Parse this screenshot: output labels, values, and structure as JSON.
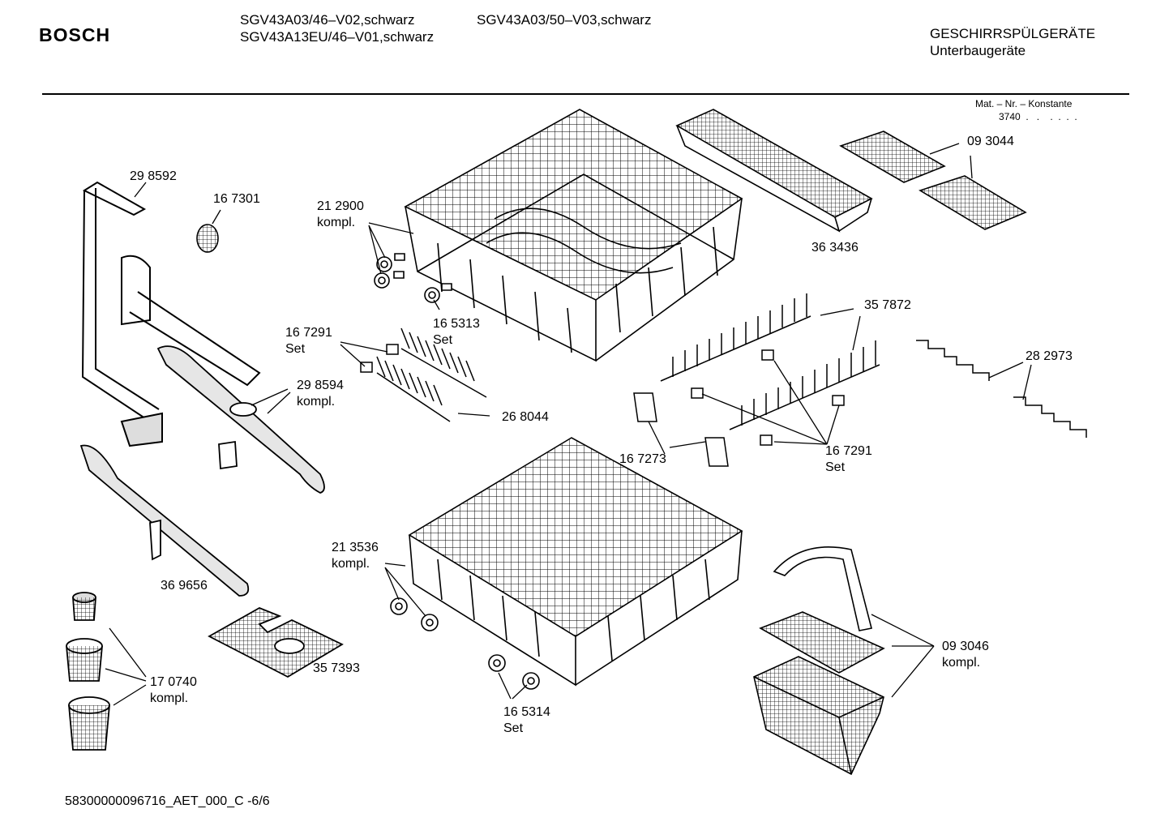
{
  "header": {
    "brand": "BOSCH",
    "models_left": [
      "SGV43A03/46–V02,schwarz",
      "SGV43A13EU/46–V01,schwarz"
    ],
    "models_right": [
      "SGV43A03/50–V03,schwarz"
    ],
    "category": "GESCHIRRSPÜLGERÄTE",
    "subcategory": "Unterbaugeräte",
    "mat_header": "Mat. – Nr. – Konstante",
    "mat_value": "3740  .   .    .  .  .  ."
  },
  "parts": [
    {
      "id": "p298592",
      "lines": [
        "29 8592"
      ]
    },
    {
      "id": "p167301",
      "lines": [
        "16 7301"
      ]
    },
    {
      "id": "p212900",
      "lines": [
        "21 2900",
        "kompl."
      ]
    },
    {
      "id": "p165313",
      "lines": [
        "16 5313",
        "Set"
      ]
    },
    {
      "id": "p363436",
      "lines": [
        "36 3436"
      ]
    },
    {
      "id": "p093044",
      "lines": [
        "09 3044"
      ]
    },
    {
      "id": "p357872",
      "lines": [
        "35 7872"
      ]
    },
    {
      "id": "p282973",
      "lines": [
        "28 2973"
      ]
    },
    {
      "id": "p167291a",
      "lines": [
        "16 7291",
        "Set"
      ]
    },
    {
      "id": "p298594",
      "lines": [
        "29 8594",
        "kompl."
      ]
    },
    {
      "id": "p268044",
      "lines": [
        "26 8044"
      ]
    },
    {
      "id": "p167273",
      "lines": [
        "16 7273"
      ]
    },
    {
      "id": "p167291b",
      "lines": [
        "16 7291",
        "Set"
      ]
    },
    {
      "id": "p213536",
      "lines": [
        "21 3536",
        "kompl."
      ]
    },
    {
      "id": "p369656",
      "lines": [
        "36 9656"
      ]
    },
    {
      "id": "p357393",
      "lines": [
        "35 7393"
      ]
    },
    {
      "id": "p093046",
      "lines": [
        "09 3046",
        "kompl."
      ]
    },
    {
      "id": "p170740",
      "lines": [
        "17 0740",
        "kompl."
      ]
    },
    {
      "id": "p165314",
      "lines": [
        "16 5314",
        "Set"
      ]
    }
  ],
  "footer": {
    "doc_id": "58300000096716_AET_000_C -6/6"
  }
}
